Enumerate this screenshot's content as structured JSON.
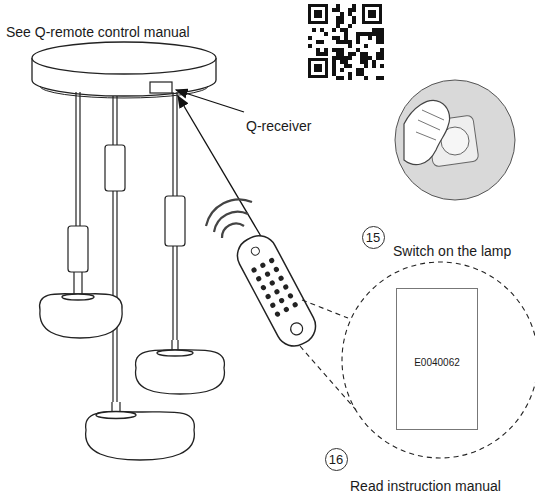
{
  "diagram": {
    "nodes": [
      {
        "text": [
          "15"
        ]
      },
      {
        "text": [
          "E0040062"
        ]
      },
      {
        "text": [
          "16"
        ]
      }
    ],
    "labels": [
      "See Q-remote control manual",
      "Q-receiver",
      "Switch on the lamp",
      "Read instruction manual"
    ]
  }
}
